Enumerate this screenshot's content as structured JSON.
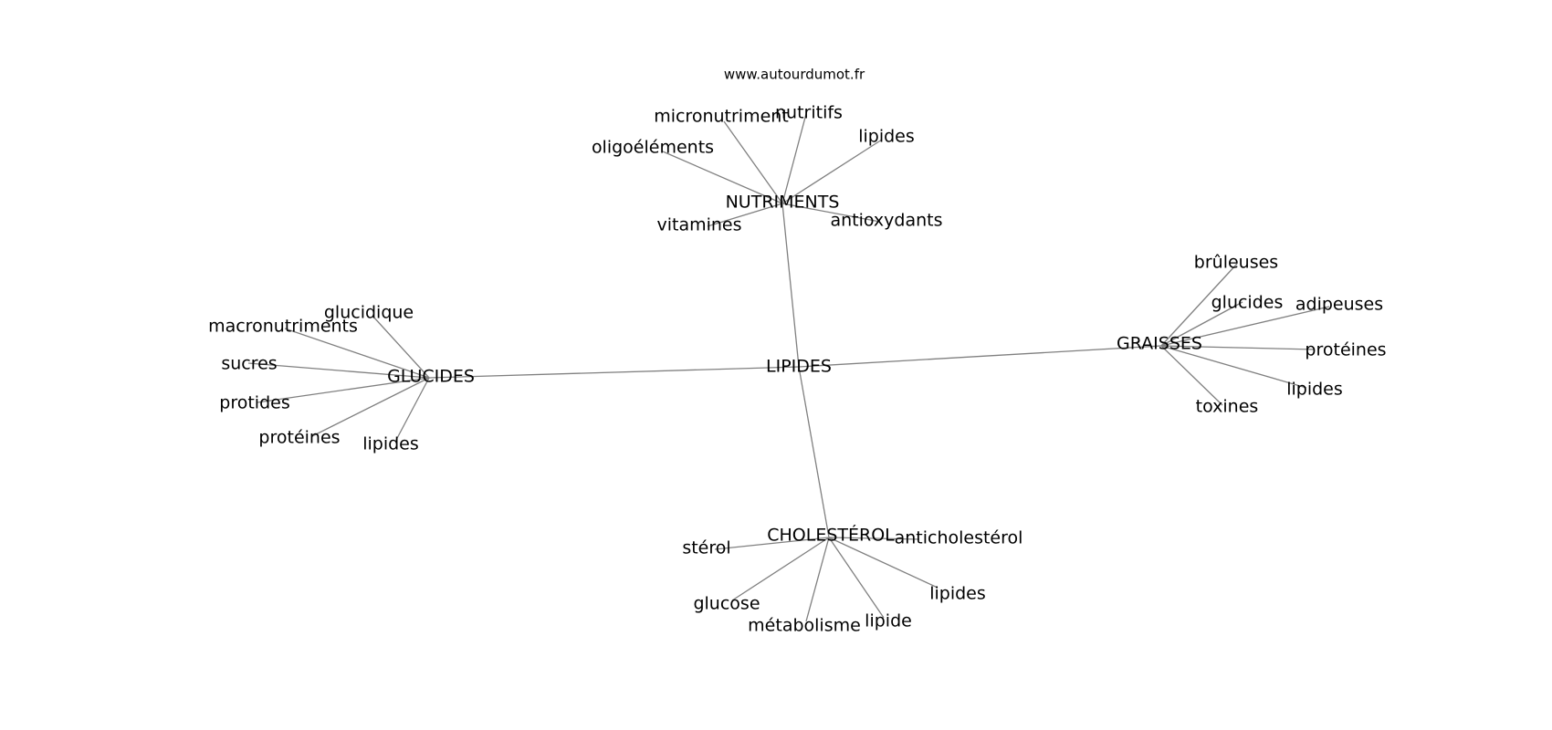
{
  "source": "www.autourdumot.fr",
  "graph": {
    "center": "LIPIDES",
    "groups": [
      {
        "id": "nutriments",
        "label": "NUTRIMENTS",
        "children": [
          "micronutriment",
          "nutritifs",
          "lipides",
          "oligoéléments",
          "vitamines",
          "antioxydants"
        ]
      },
      {
        "id": "glucides",
        "label": "GLUCIDES",
        "children": [
          "glucidique",
          "macronutriments",
          "sucres",
          "protides",
          "protéines",
          "lipides"
        ]
      },
      {
        "id": "graisses",
        "label": "GRAISSES",
        "children": [
          "brûleuses",
          "glucides",
          "adipeuses",
          "protéines",
          "lipides",
          "toxines"
        ]
      },
      {
        "id": "cholesterol",
        "label": "CHOLESTÉROL",
        "children": [
          "stérol",
          "anticholestérol",
          "glucose",
          "métabolisme",
          "lipide",
          "lipides"
        ]
      }
    ]
  }
}
